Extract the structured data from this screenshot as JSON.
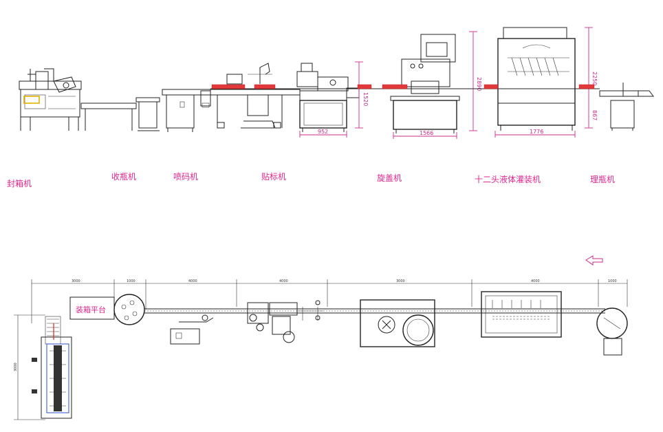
{
  "top_view": {
    "machines": [
      {
        "id": "carton-sealer",
        "label": "封箱机"
      },
      {
        "id": "collecting-table",
        "label": "收瓶机"
      },
      {
        "id": "inkjet-printer",
        "label": "喷码机"
      },
      {
        "id": "labeling-machine",
        "label": "贴标机"
      },
      {
        "id": "capping-machine",
        "label": "旋盖机"
      },
      {
        "id": "filling-machine",
        "label": "十二头液体灌装机"
      },
      {
        "id": "unscrambler",
        "label": "理瓶机"
      }
    ],
    "dimensions": {
      "labeler_width": "952",
      "labeler_height": "1520",
      "capper_width": "1566",
      "capper_height": "2890",
      "filler_width": "1776",
      "filler_height": "2250",
      "filler_table_height": "867"
    }
  },
  "plan_view": {
    "platform_label": "装箱平台",
    "segment_dimensions": [
      "3000",
      "1000",
      "4000",
      "4000",
      "3000",
      "4000",
      "1000"
    ],
    "vertical_dimension": "3000",
    "flow_direction_icon": "arrow-left-outline"
  },
  "colors": {
    "accent": "#e0268f",
    "bottles": "#e23a3a",
    "line": "#222222",
    "highlight": "#2a4bd0"
  }
}
